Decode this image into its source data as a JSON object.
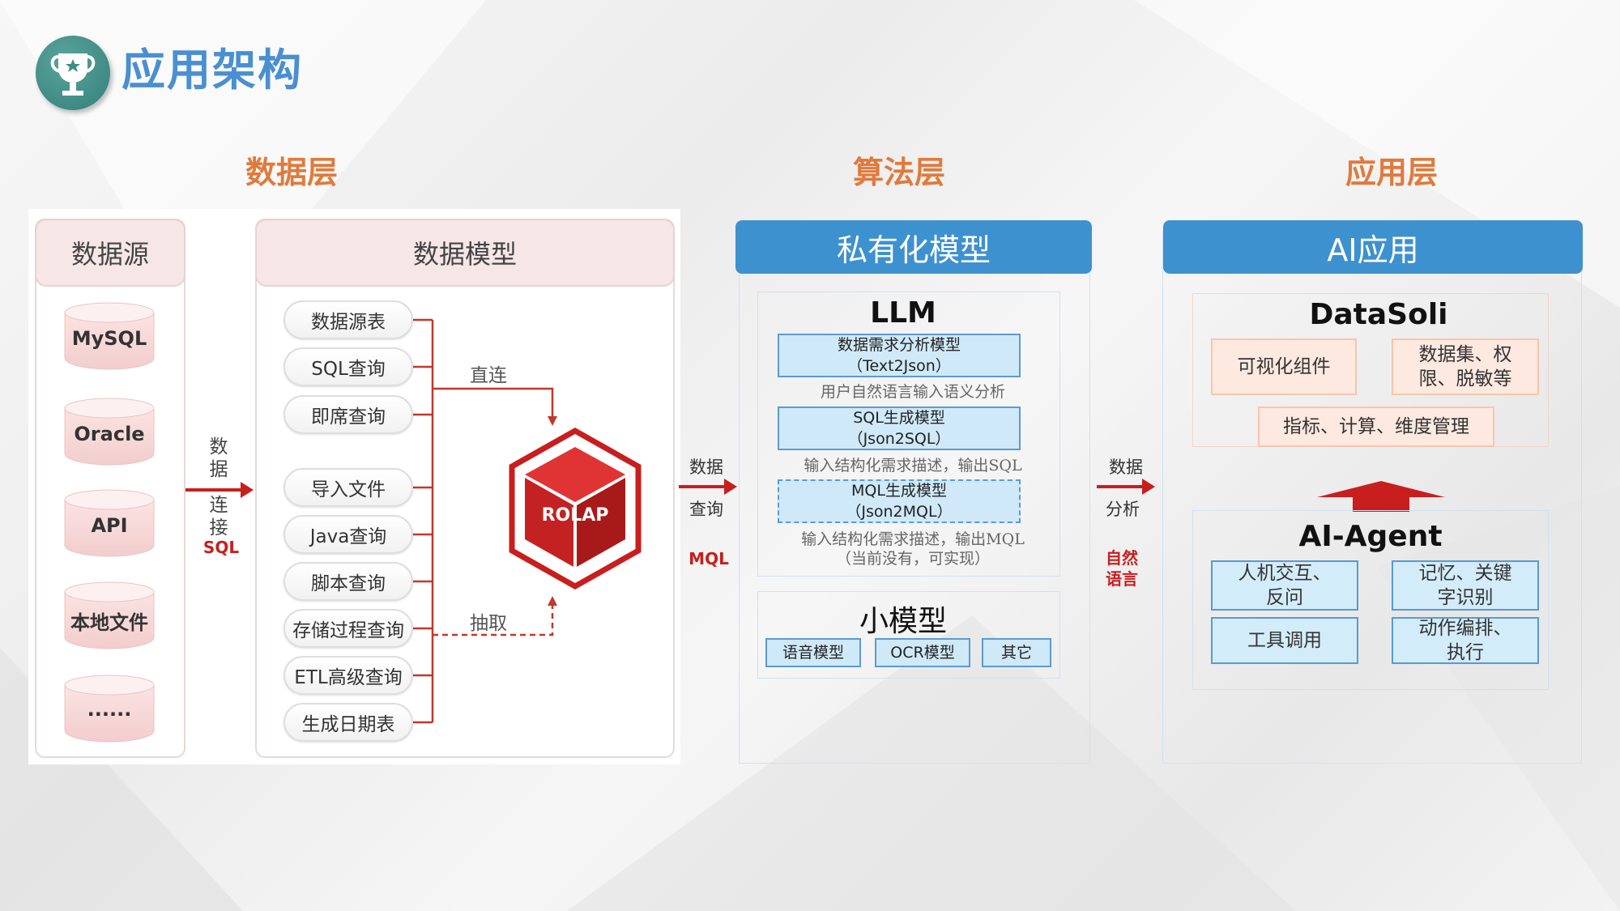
{
  "page": {
    "title": "应用架构"
  },
  "layers": {
    "data": "数据层",
    "algorithm": "算法层",
    "application": "应用层"
  },
  "data_layer": {
    "source_header": "数据源",
    "sources": [
      "MySQL",
      "Oracle",
      "API",
      "本地文件",
      "......"
    ],
    "connect_label": [
      "数",
      "据",
      "连",
      "接"
    ],
    "connect_sql": "SQL",
    "model_header": "数据模型",
    "queries": [
      "数据源表",
      "SQL查询",
      "即席查询",
      "导入文件",
      "Java查询",
      "脚本查询",
      "存储过程查询",
      "ETL高级查询",
      "生成日期表"
    ],
    "direct_label": "直连",
    "extract_label": "抽取",
    "rolap": "ROLAP"
  },
  "arrow1": {
    "line1": "数据",
    "line2": "查询",
    "red": "MQL"
  },
  "algo_layer": {
    "header": "私有化模型",
    "llm_title": "LLM",
    "models": [
      {
        "line1": "数据需求分析模型",
        "line2": "（Text2Json）",
        "desc1": "用户自然语言输入语义分析",
        "desc2": ""
      },
      {
        "line1": "SQL生成模型",
        "line2": "（Json2SQL）",
        "desc1": "输入结构化需求描述，输出SQL",
        "desc2": ""
      },
      {
        "line1": "MQL生成模型",
        "line2": "（Json2MQL）",
        "desc1": "输入结构化需求描述，输出MQL",
        "desc2": "（当前没有，可实现）"
      }
    ],
    "small_title": "小模型",
    "small_models": [
      "语音模型",
      "OCR模型",
      "其它"
    ]
  },
  "arrow2": {
    "line1": "数据",
    "line2": "分析",
    "red1": "自然",
    "red2": "语言"
  },
  "app_layer": {
    "header": "AI应用",
    "datasoli_title": "DataSoli",
    "datasoli_items": [
      {
        "line1": "可视化组件",
        "line2": ""
      },
      {
        "line1": "数据集、权",
        "line2": "限、脱敏等"
      },
      {
        "line1": "指标、计算、维度管理",
        "line2": ""
      }
    ],
    "agent_title": "AI-Agent",
    "agent_items": [
      {
        "line1": "人机交互、",
        "line2": "反问"
      },
      {
        "line1": "记忆、关键",
        "line2": "字识别"
      },
      {
        "line1": "工具调用",
        "line2": ""
      },
      {
        "line1": "动作编排、",
        "line2": "执行"
      }
    ]
  },
  "colors": {
    "title_blue": "#4a8fd0",
    "layer_orange": "#e07a3c",
    "header_blue": "#3e91cf",
    "accent_red": "#c81e1e"
  }
}
